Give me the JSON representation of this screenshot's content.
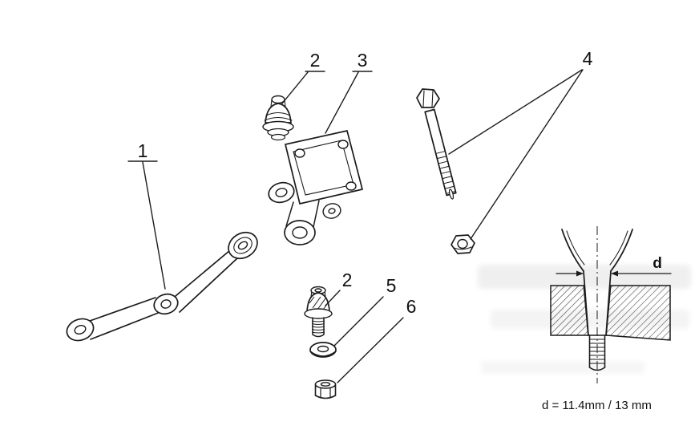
{
  "callouts": {
    "part1": "1",
    "part2_top": "2",
    "part3": "3",
    "part4": "4",
    "part2_bottom": "2",
    "part5": "5",
    "part6": "6"
  },
  "detail": {
    "dimension_label": "d",
    "caption": "d = 11.4mm / 13 mm"
  },
  "colors": {
    "line": "#1c1c1c",
    "background": "#ffffff",
    "watermark": "#d6d6d6"
  }
}
